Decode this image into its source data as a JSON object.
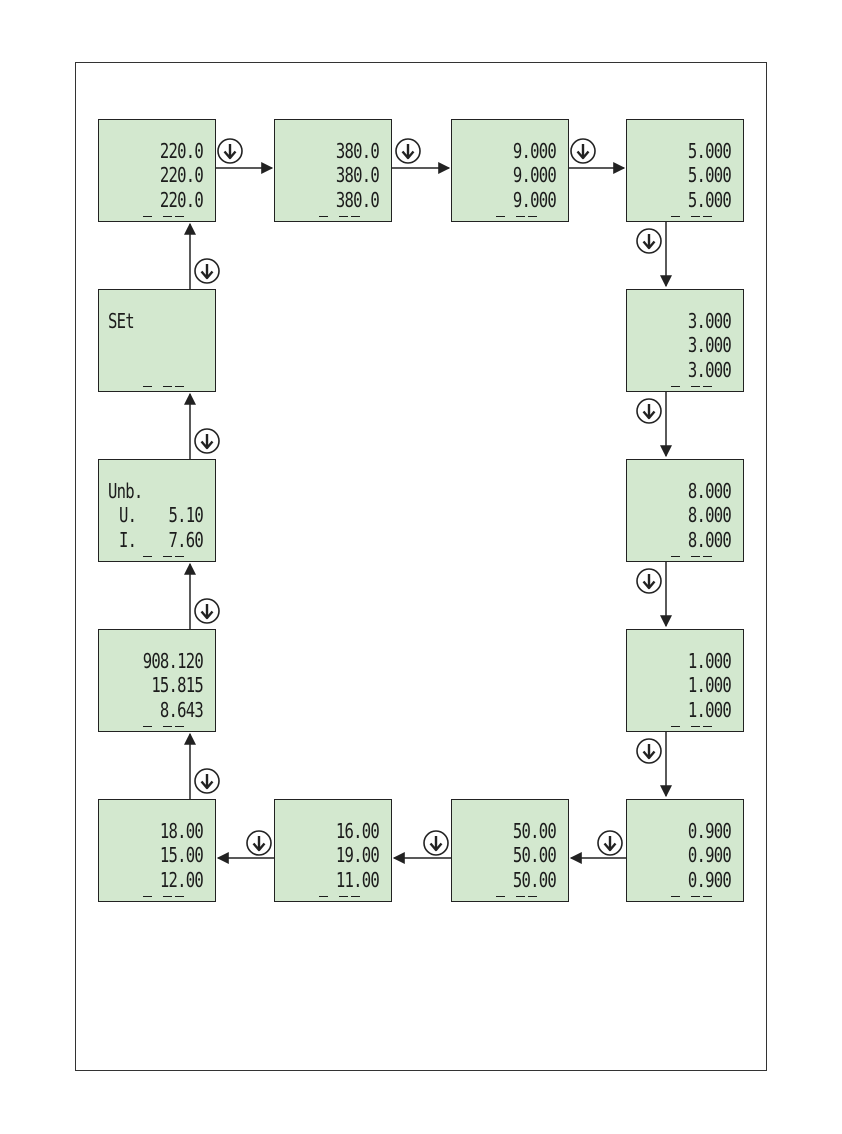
{
  "screens": [
    {
      "id": "s1",
      "rows": [
        "220.0",
        "220.0",
        "220.0"
      ]
    },
    {
      "id": "s2",
      "rows": [
        "380.0",
        "380.0",
        "380.0"
      ]
    },
    {
      "id": "s3",
      "rows": [
        "9.000",
        "9.000",
        "9.000"
      ]
    },
    {
      "id": "s4",
      "rows": [
        "5.000",
        "5.000",
        "5.000"
      ]
    },
    {
      "id": "s5",
      "rows": [
        "3.000",
        "3.000",
        "3.000"
      ]
    },
    {
      "id": "s6",
      "rows": [
        "8.000",
        "8.000",
        "8.000"
      ]
    },
    {
      "id": "s7",
      "rows": [
        "1.000",
        "1.000",
        "1.000"
      ]
    },
    {
      "id": "s8",
      "rows": [
        "0.900",
        "0.900",
        "0.900"
      ]
    },
    {
      "id": "s9",
      "rows": [
        "50.00",
        "50.00",
        "50.00"
      ]
    },
    {
      "id": "s10",
      "rows": [
        "16.00",
        "19.00",
        "11.00"
      ]
    },
    {
      "id": "s11",
      "rows": [
        "18.00",
        "15.00",
        "12.00"
      ]
    },
    {
      "id": "s12",
      "rows": [
        "908.120",
        "15.815",
        "8.643"
      ]
    },
    {
      "id": "s13",
      "title": "Unb.",
      "row1_label": "U.",
      "row1_value": "5.10",
      "row2_label": "I.",
      "row2_value": "7.60"
    },
    {
      "id": "s14",
      "title": "SEt"
    }
  ],
  "colors": {
    "lcd_background": "#d3e8cf",
    "segment": "#1c1c1c",
    "arrow": "#222222"
  },
  "icons": {
    "step_button": "down-arrow-circle-icon"
  }
}
